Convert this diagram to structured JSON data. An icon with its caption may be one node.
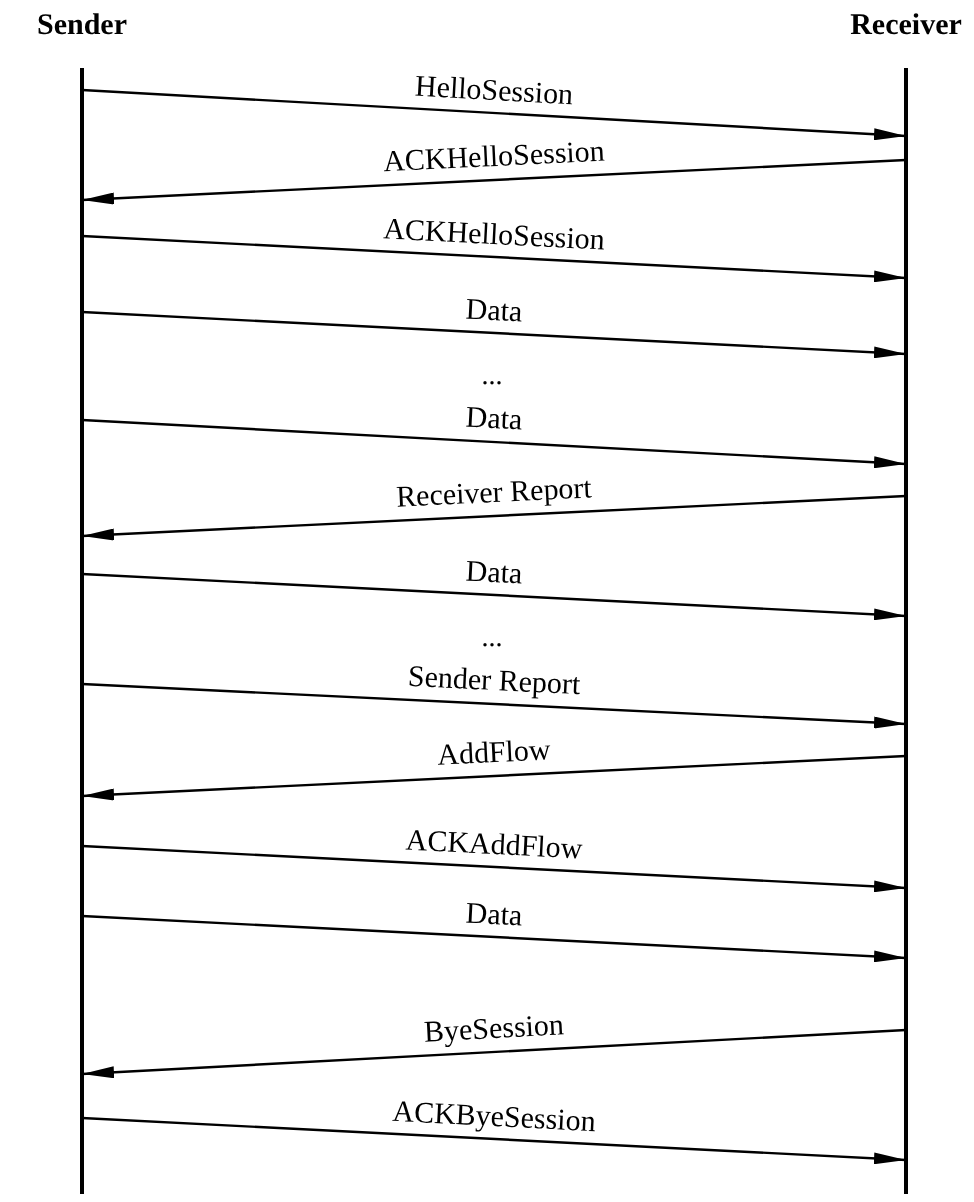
{
  "diagram": {
    "nodes": [
      {
        "text": [
          "Sender"
        ]
      },
      {
        "text": [
          "Receiver"
        ]
      }
    ],
    "edges": [
      {
        "from": 0,
        "to": 1,
        "arrow": "to",
        "label": "HelloSession"
      },
      {
        "from": 1,
        "to": 0,
        "arrow": "to",
        "label": "ACKHelloSession"
      },
      {
        "from": 0,
        "to": 1,
        "arrow": "to",
        "label": "ACKHelloSession"
      },
      {
        "from": 0,
        "to": 1,
        "arrow": "to",
        "label": "Data"
      },
      {
        "from": 0,
        "to": 1,
        "arrow": "to",
        "label": "Data"
      },
      {
        "from": 1,
        "to": 0,
        "arrow": "to",
        "label": "Receiver Report"
      },
      {
        "from": 0,
        "to": 1,
        "arrow": "to",
        "label": "Data"
      },
      {
        "from": 0,
        "to": 1,
        "arrow": "to",
        "label": "Sender Report"
      },
      {
        "from": 1,
        "to": 0,
        "arrow": "to",
        "label": "AddFlow"
      },
      {
        "from": 0,
        "to": 1,
        "arrow": "to",
        "label": "ACKAddFlow"
      },
      {
        "from": 0,
        "to": 1,
        "arrow": "to",
        "label": "Data"
      },
      {
        "from": 1,
        "to": 0,
        "arrow": "to",
        "label": "ByeSession"
      },
      {
        "from": 0,
        "to": 1,
        "arrow": "to",
        "label": "ACKByeSession"
      }
    ],
    "labels": [
      "...",
      "..."
    ]
  }
}
